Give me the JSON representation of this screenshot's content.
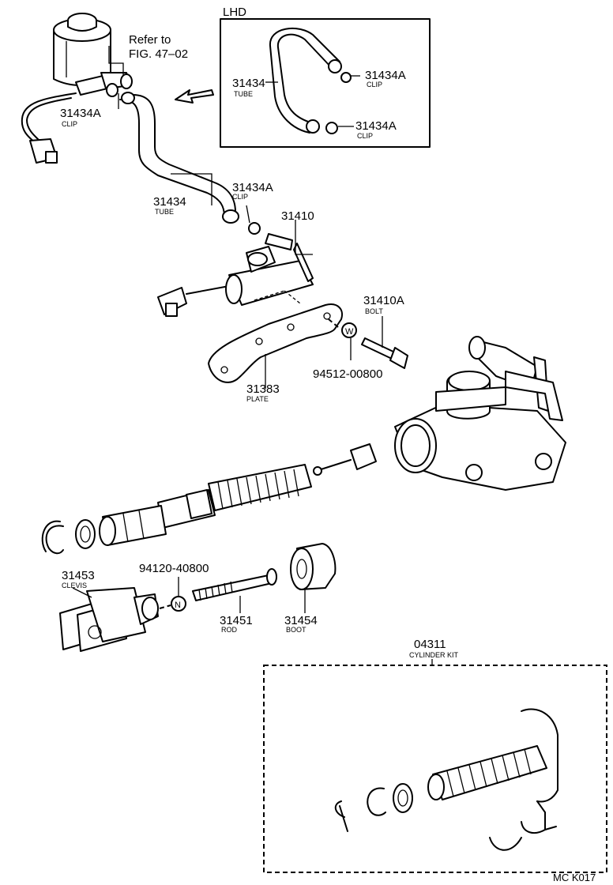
{
  "figure": {
    "page_code": "MC K017",
    "refer_note": [
      "Refer to",
      "FIG. 47–02"
    ],
    "lhd_box": {
      "title": "LHD",
      "tube_label": {
        "number": "31434",
        "name": "TUBE"
      },
      "clip_top": {
        "number": "31434A",
        "name": "CLIP"
      },
      "clip_bottom": {
        "number": "31434A",
        "name": "CLIP"
      }
    },
    "parts": {
      "clip_reservoir": {
        "number": "31434A",
        "name": "CLIP"
      },
      "tube": {
        "number": "31434",
        "name": "TUBE"
      },
      "clip_tube_end": {
        "number": "31434A",
        "name": "CLIP"
      },
      "master_cylinder": {
        "number": "31410",
        "name": ""
      },
      "bolt": {
        "number": "31410A",
        "name": "BOLT"
      },
      "plate": {
        "number": "31383",
        "name": "PLATE"
      },
      "washer": {
        "number": "94512-00800",
        "name": "",
        "symbol": "W"
      },
      "clevis": {
        "number": "31453",
        "name": "CLEVIS"
      },
      "nut": {
        "number": "94120-40800",
        "name": "",
        "symbol": "N"
      },
      "rod": {
        "number": "31451",
        "name": "ROD"
      },
      "boot": {
        "number": "31454",
        "name": "BOOT"
      }
    },
    "cylinder_kit": {
      "number": "04311",
      "name": "CYLINDER KIT"
    }
  }
}
